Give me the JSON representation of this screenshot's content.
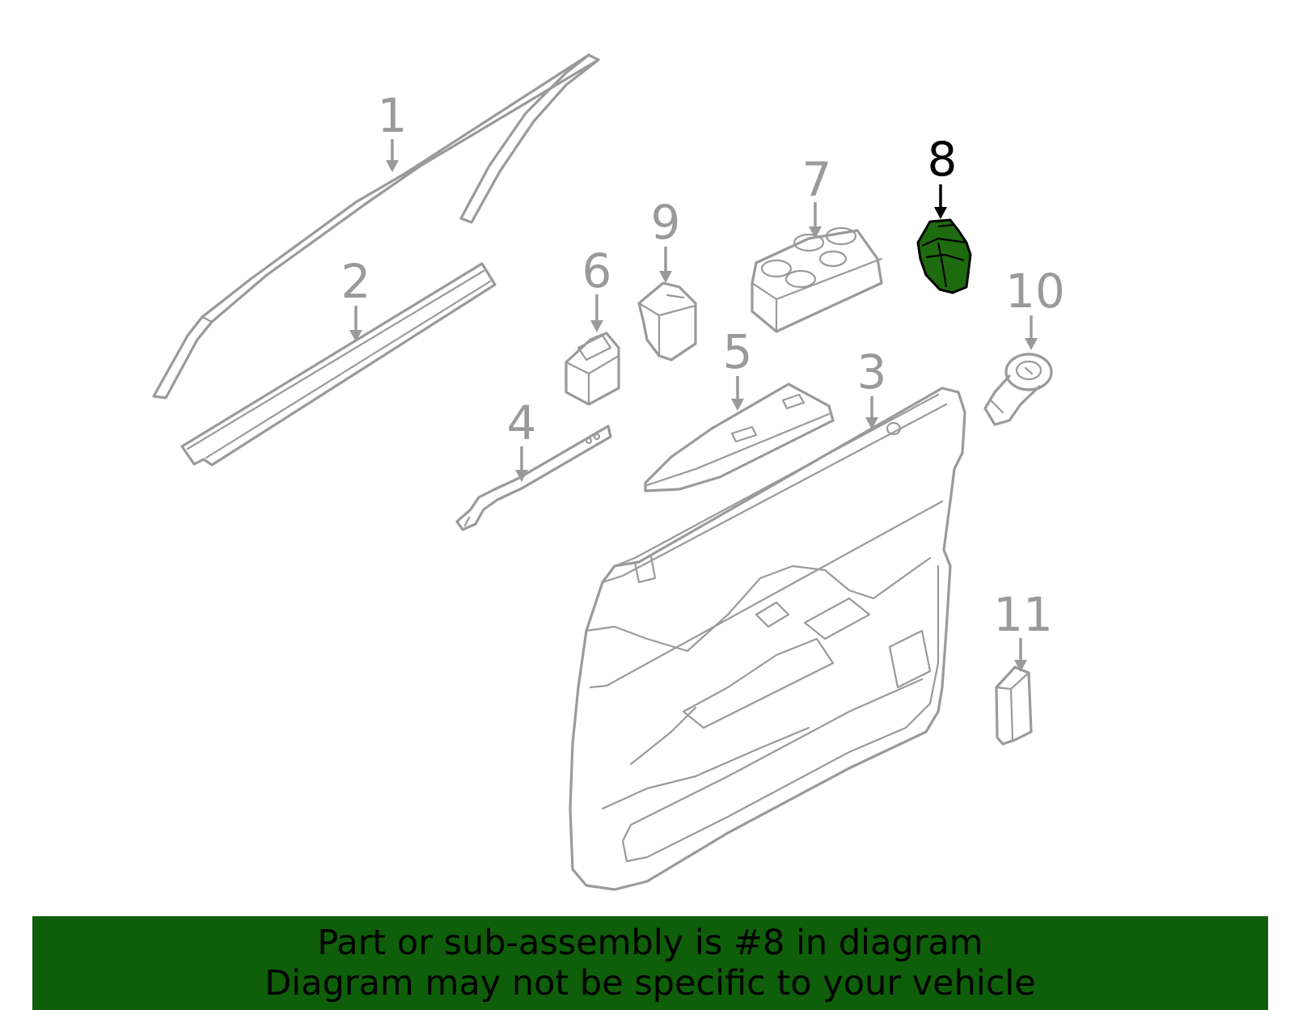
{
  "callouts": [
    {
      "id": "1",
      "label": "1"
    },
    {
      "id": "2",
      "label": "2"
    },
    {
      "id": "3",
      "label": "3"
    },
    {
      "id": "4",
      "label": "4"
    },
    {
      "id": "5",
      "label": "5"
    },
    {
      "id": "6",
      "label": "6"
    },
    {
      "id": "7",
      "label": "7"
    },
    {
      "id": "8",
      "label": "8"
    },
    {
      "id": "9",
      "label": "9"
    },
    {
      "id": "10",
      "label": "10"
    },
    {
      "id": "11",
      "label": "11"
    }
  ],
  "highlighted_part": "8",
  "colors": {
    "highlight_fill": "#1e6b0f",
    "banner_background": "#0f5e0a",
    "line_art": "#9a9a9a"
  },
  "banner": {
    "line1": "Part or sub-assembly is #8 in diagram",
    "line2": "Diagram may not be specific to your vehicle"
  }
}
